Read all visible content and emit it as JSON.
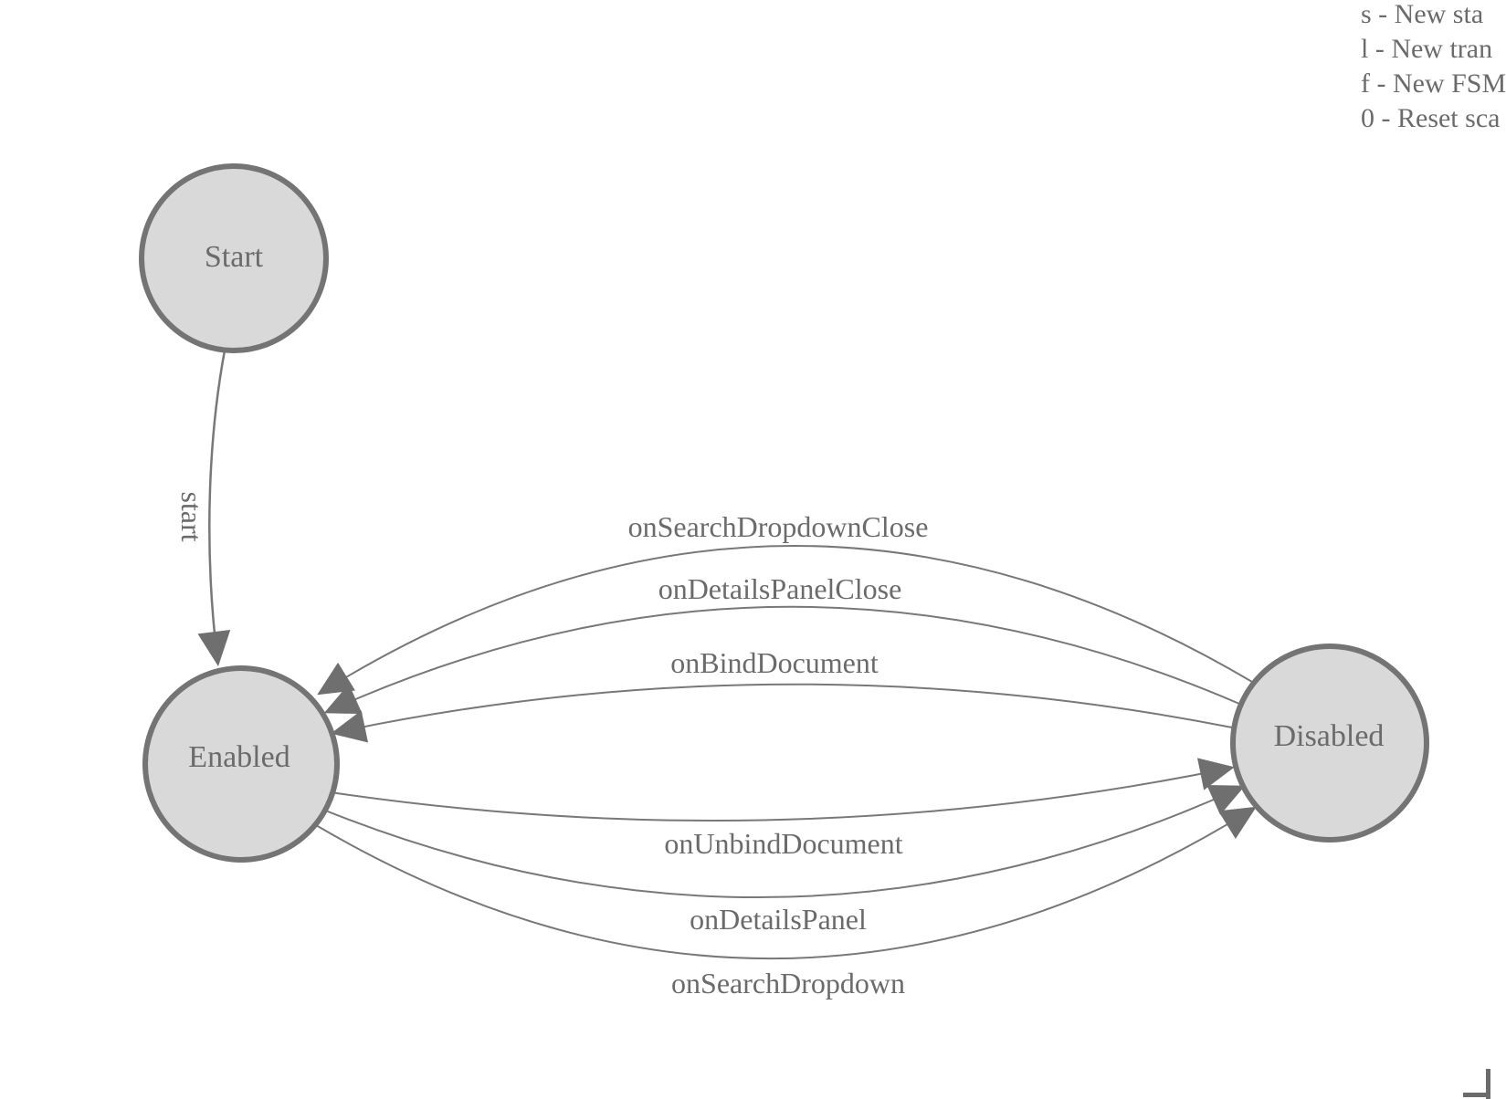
{
  "colors": {
    "node_fill": "#d9d9d9",
    "node_stroke": "#747474",
    "edge_stroke": "#787878",
    "arrow_fill": "#6f6f6f",
    "text": "#6b6b6b"
  },
  "states": [
    {
      "id": "start",
      "label": "Start"
    },
    {
      "id": "enabled",
      "label": "Enabled"
    },
    {
      "id": "disabled",
      "label": "Disabled"
    }
  ],
  "transitions": [
    {
      "label": "start",
      "from": "Start",
      "to": "Enabled"
    },
    {
      "label": "onSearchDropdownClose",
      "from": "Disabled",
      "to": "Enabled"
    },
    {
      "label": "onDetailsPanelClose",
      "from": "Disabled",
      "to": "Enabled"
    },
    {
      "label": "onBindDocument",
      "from": "Disabled",
      "to": "Enabled"
    },
    {
      "label": "onUnbindDocument",
      "from": "Enabled",
      "to": "Disabled"
    },
    {
      "label": "onDetailsPanel",
      "from": "Enabled",
      "to": "Disabled"
    },
    {
      "label": "onSearchDropdown",
      "from": "Enabled",
      "to": "Disabled"
    }
  ],
  "legend": {
    "items": [
      "s - New sta",
      "l - New tran",
      "f - New FSM",
      "0 - Reset sca"
    ]
  }
}
